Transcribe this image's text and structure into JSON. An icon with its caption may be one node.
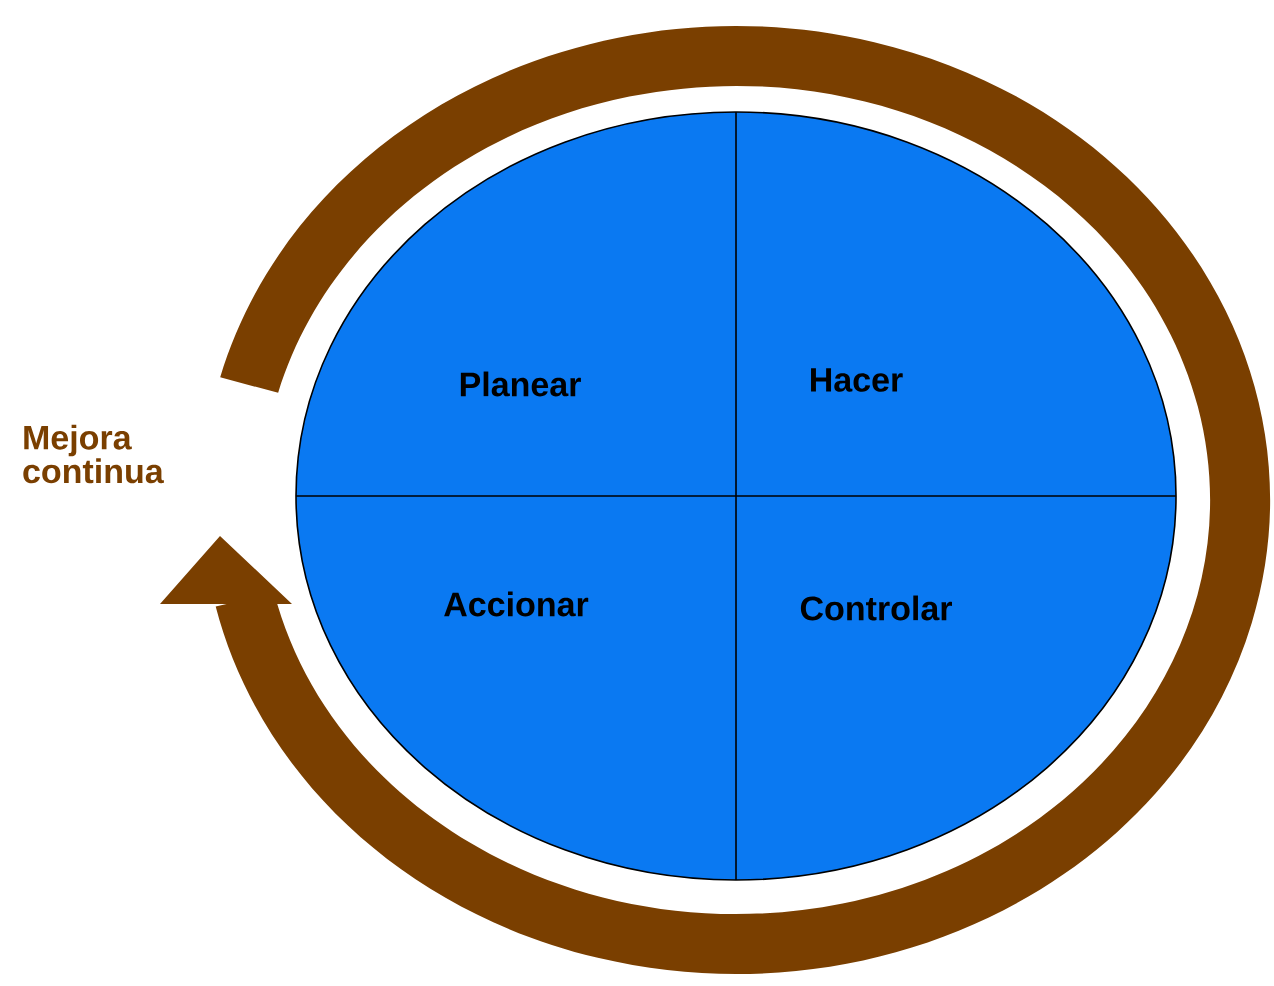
{
  "diagram": {
    "nodes": [
      {
        "text": [
          "Planear"
        ]
      },
      {
        "text": [
          "Hacer"
        ]
      },
      {
        "text": [
          "Accionar"
        ]
      },
      {
        "text": [
          "Controlar"
        ]
      }
    ],
    "labels": [
      "Mejora continua"
    ]
  }
}
